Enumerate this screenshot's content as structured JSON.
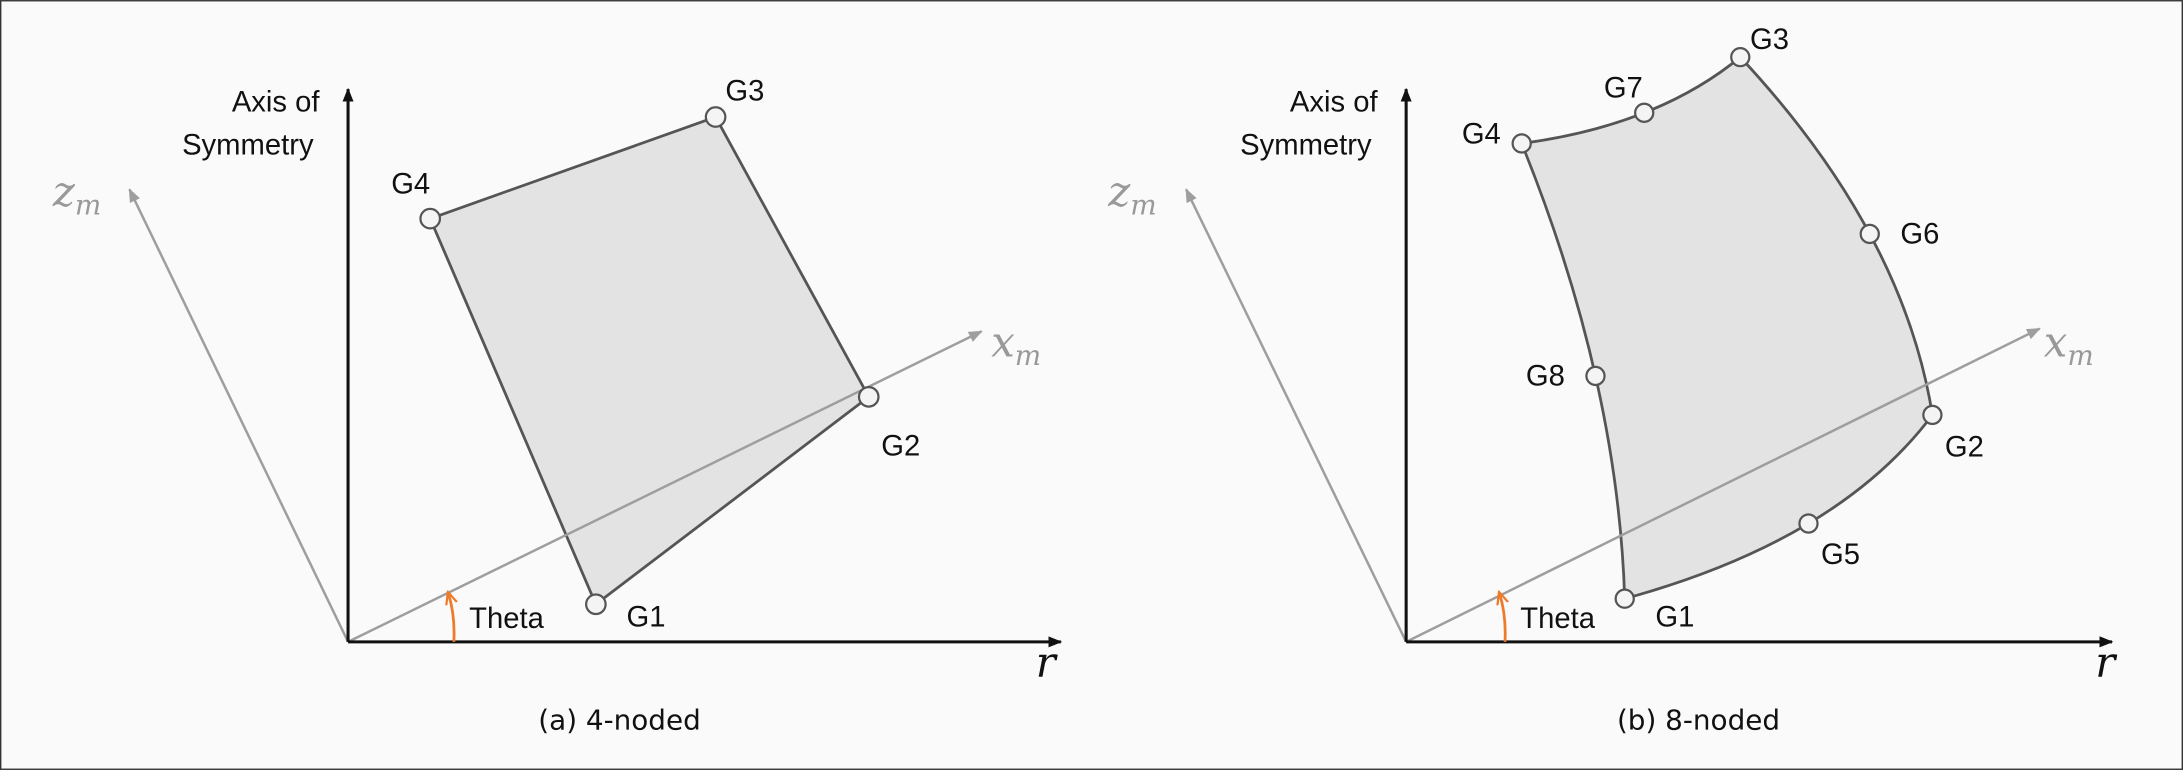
{
  "colors": {
    "theta_arrow": "#ee7a2a",
    "element_fill": "#e3e3e3",
    "local_axes": "#9e9e9e"
  },
  "panels": [
    {
      "caption": "(a) 4-noded",
      "axis_label_1": "Axis of",
      "axis_label_2": "Symmetry",
      "z_label": "z",
      "z_sub": "m",
      "x_label": "x",
      "x_sub": "m",
      "r_label": "r",
      "theta_label": "Theta",
      "nodes": [
        "G1",
        "G2",
        "G3",
        "G4"
      ]
    },
    {
      "caption": "(b) 8-noded",
      "axis_label_1": "Axis of",
      "axis_label_2": "Symmetry",
      "z_label": "z",
      "z_sub": "m",
      "x_label": "x",
      "x_sub": "m",
      "r_label": "r",
      "theta_label": "Theta",
      "nodes": [
        "G1",
        "G2",
        "G3",
        "G4",
        "G5",
        "G6",
        "G7",
        "G8"
      ]
    }
  ]
}
